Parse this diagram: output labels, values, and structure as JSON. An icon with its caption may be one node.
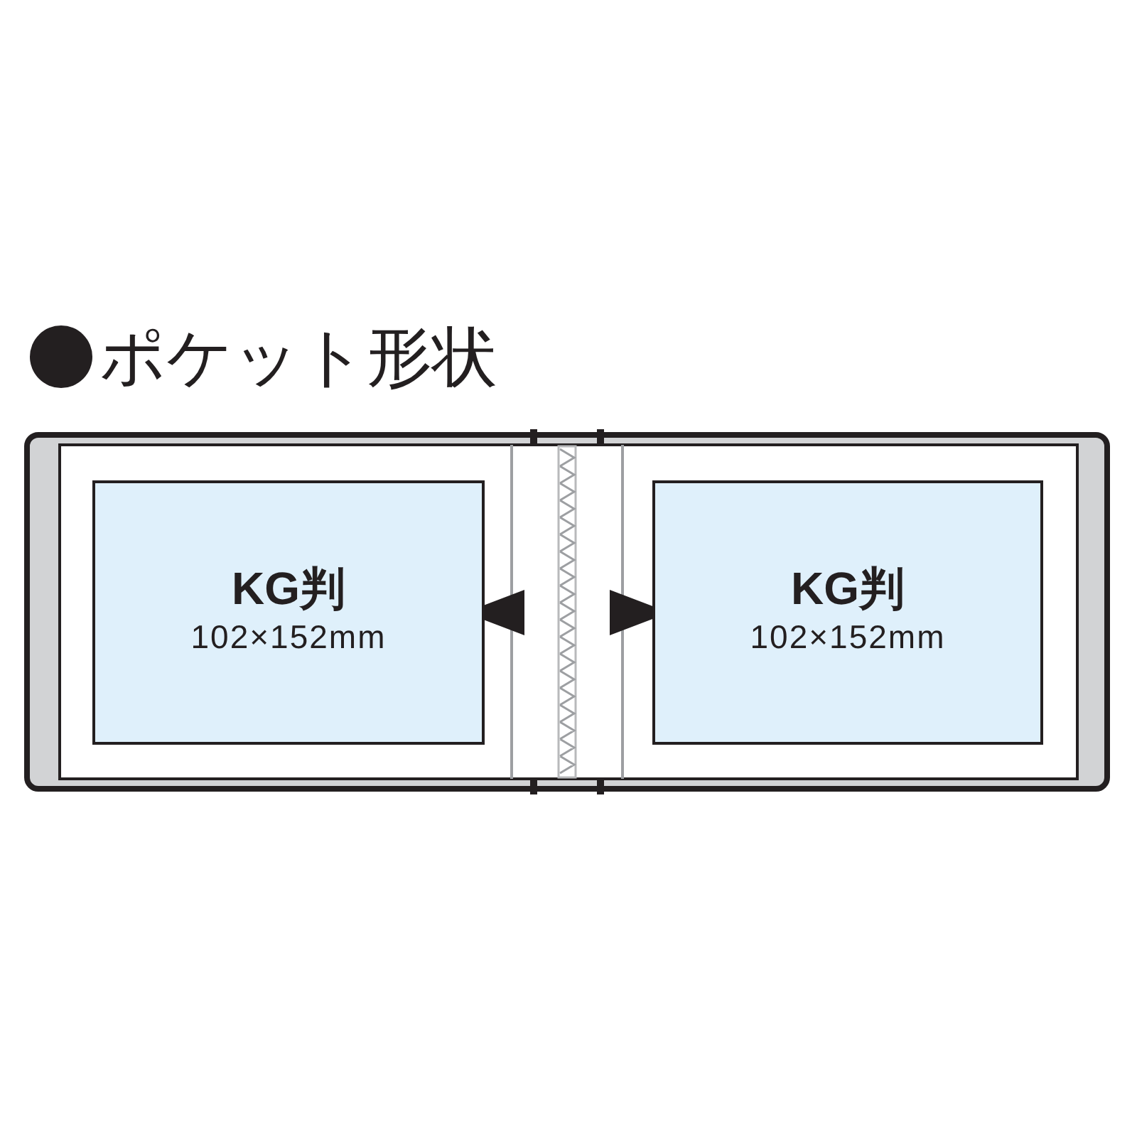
{
  "diagram": {
    "title": "ポケット形状",
    "nodes": [
      {
        "text": [
          "KG判",
          "102×152mm"
        ]
      },
      {
        "text": [
          "KG判",
          "102×152mm"
        ]
      }
    ]
  }
}
